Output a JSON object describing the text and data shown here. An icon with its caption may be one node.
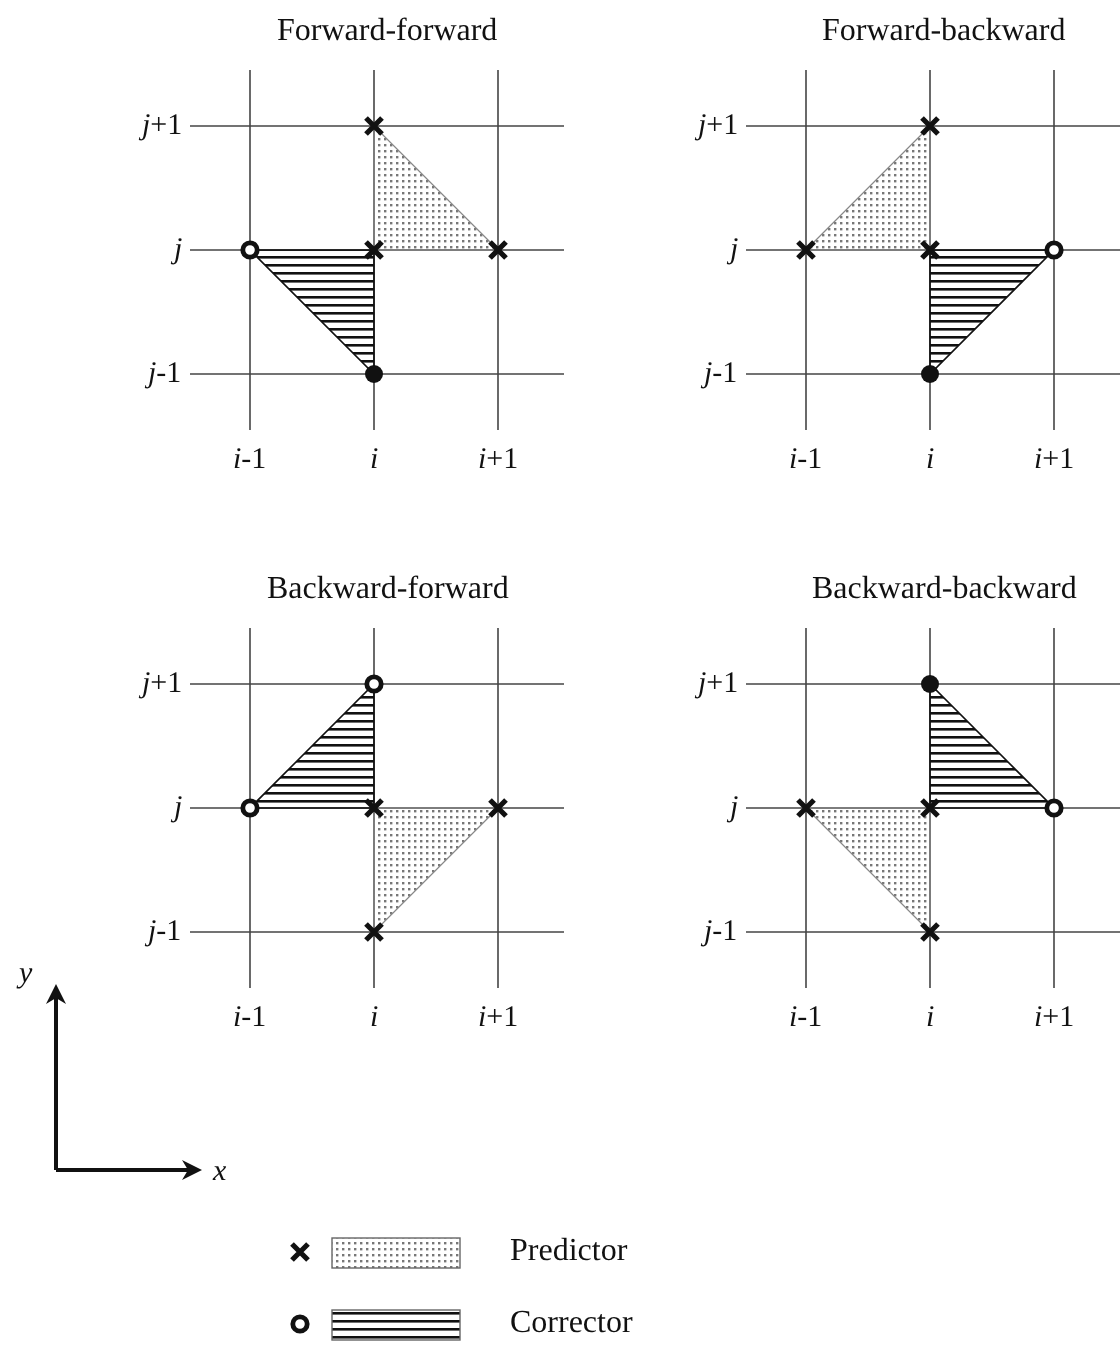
{
  "diagram": {
    "labels": [
      "Forward-forward",
      "*j*+1",
      "j",
      "*j*-1",
      "*i*-1",
      "i",
      "*i*+1",
      "Forward-backward",
      "*j*+1",
      "j",
      "*j*-1",
      "*i*-1",
      "i",
      "*i*+1",
      "Backward-forward",
      "*j*+1",
      "j",
      "*j*-1",
      "*i*-1",
      "i",
      "*i*+1",
      "Backward-backward",
      "*j*+1",
      "j",
      "*j*-1",
      "*i*-1",
      "i",
      "*i*+1",
      "y",
      "x"
    ],
    "legend": [
      {
        "text": "Predictor"
      },
      {
        "text": "Corrector"
      }
    ]
  }
}
